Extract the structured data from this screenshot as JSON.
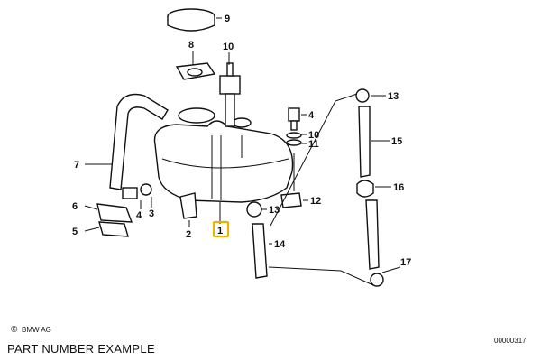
{
  "callouts": [
    {
      "id": "1",
      "label": "1",
      "highlight": true
    },
    {
      "id": "2",
      "label": "2"
    },
    {
      "id": "3",
      "label": "3"
    },
    {
      "id": "4a",
      "label": "4"
    },
    {
      "id": "4b",
      "label": "4"
    },
    {
      "id": "5",
      "label": "5"
    },
    {
      "id": "6",
      "label": "6"
    },
    {
      "id": "7",
      "label": "7"
    },
    {
      "id": "8",
      "label": "8"
    },
    {
      "id": "9",
      "label": "9"
    },
    {
      "id": "10a",
      "label": "10"
    },
    {
      "id": "10b",
      "label": "10"
    },
    {
      "id": "11",
      "label": "11"
    },
    {
      "id": "12",
      "label": "12"
    },
    {
      "id": "13a",
      "label": "13"
    },
    {
      "id": "13b",
      "label": "13"
    },
    {
      "id": "14",
      "label": "14"
    },
    {
      "id": "15",
      "label": "15"
    },
    {
      "id": "16",
      "label": "16"
    },
    {
      "id": "17",
      "label": "17"
    }
  ],
  "footer": {
    "brand_mark": "©",
    "brand": "BMW AG",
    "caption": "PART NUMBER EXAMPLE",
    "code": "00000317"
  },
  "colors": {
    "highlight": "#e8b400",
    "ink": "#111111",
    "background": "#ffffff"
  }
}
